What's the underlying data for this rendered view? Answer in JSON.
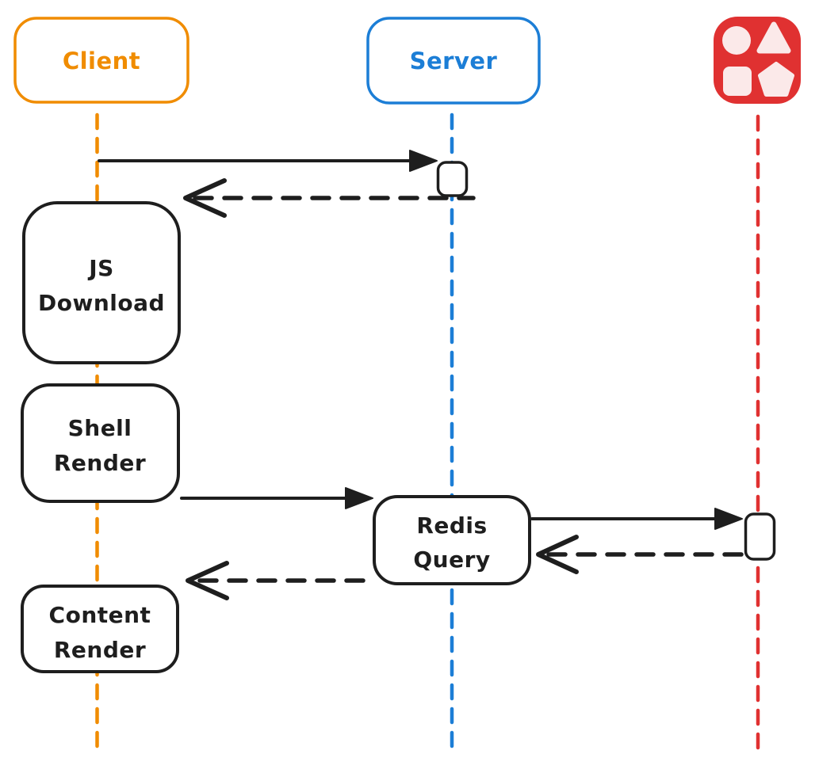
{
  "diagram": {
    "type": "sequence-diagram",
    "actors": {
      "client": {
        "label": "Client",
        "color": "#f08c00"
      },
      "server": {
        "label": "Server",
        "color": "#1c7ed6"
      },
      "shapes_service": {
        "label": "",
        "icon": "shapes-icon",
        "color": "#e03131",
        "shape_fill": "#fbe9e9"
      }
    },
    "steps": {
      "js_download": {
        "line1": "JS",
        "line2": "Download"
      },
      "shell_render": {
        "line1": "Shell",
        "line2": "Render"
      },
      "redis_query": {
        "line1": "Redis",
        "line2": "Query"
      },
      "content_render": {
        "line1": "Content",
        "line2": "Render"
      }
    },
    "colors": {
      "ink": "#1e1e1e",
      "background": "#ffffff",
      "orange": "#f08c00",
      "blue": "#1c7ed6",
      "red": "#e03131",
      "light_pink": "#fbe9e9"
    }
  }
}
